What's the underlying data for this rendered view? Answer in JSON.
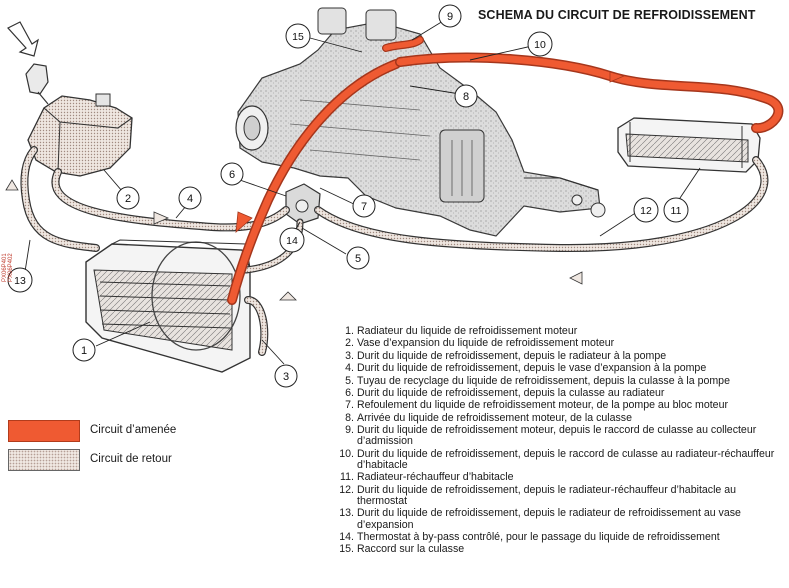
{
  "title": "SCHEMA DU CIRCUIT DE REFROIDISSEMENT",
  "reference_codes": [
    "PX06P401",
    "PX06P402"
  ],
  "callouts": [
    "1",
    "2",
    "3",
    "4",
    "5",
    "6",
    "7",
    "8",
    "9",
    "10",
    "11",
    "12",
    "13",
    "14",
    "15"
  ],
  "legend_items": [
    {
      "num": "1.",
      "text": "Radiateur du liquide de refroidissement moteur"
    },
    {
      "num": "2.",
      "text": "Vase d’expansion du liquide de refroidissement moteur"
    },
    {
      "num": "3.",
      "text": "Durit du liquide de refroidissement, depuis le radiateur à la pompe"
    },
    {
      "num": "4.",
      "text": "Durit du liquide de refroidissement, depuis le vase d’expansion à la pompe"
    },
    {
      "num": "5.",
      "text": "Tuyau de recyclage du liquide de refroidissement, depuis la culasse à la pompe"
    },
    {
      "num": "6.",
      "text": "Durit du liquide de refroidissement, depuis la culasse au radiateur"
    },
    {
      "num": "7.",
      "text": "Refoulement du liquide de refroidissement moteur, de la pompe au bloc moteur"
    },
    {
      "num": "8.",
      "text": "Arrivée du liquide de refroidissement moteur, de la culasse"
    },
    {
      "num": "9.",
      "text": "Durit du liquide de refroidissement moteur, depuis le raccord de culasse au collecteur d’admission"
    },
    {
      "num": "10.",
      "text": "Durit du liquide de refroidissement, depuis le raccord de culasse au radiateur-réchauffeur d’habitacle"
    },
    {
      "num": "11.",
      "text": "Radiateur-réchauffeur d’habitacle"
    },
    {
      "num": "12.",
      "text": "Durit du liquide de refroidissement, depuis le radiateur-réchauffeur d’habitacle au thermostat"
    },
    {
      "num": "13.",
      "text": "Durit du liquide de refroidissement, depuis le radiateur de refroidissement au vase d’expansion"
    },
    {
      "num": "14.",
      "text": "Thermostat à by-pass contrôlé, pour le passage du liquide de refroidissement"
    },
    {
      "num": "15.",
      "text": "Raccord sur la culasse"
    }
  ],
  "key": {
    "supply_label": "Circuit d’amenée",
    "return_label": "Circuit de retour",
    "supply_color": "#ef5a32",
    "return_color": "#efe7e1"
  },
  "icons": {
    "flow_arrow": "flow-arrow-icon",
    "fill_arrow": "fill-direction-arrow-icon"
  }
}
